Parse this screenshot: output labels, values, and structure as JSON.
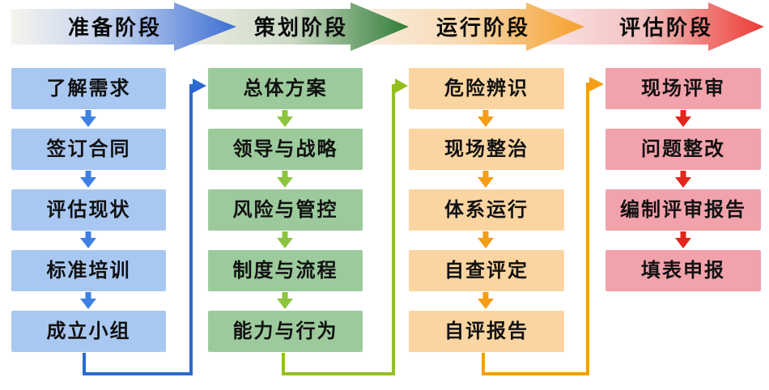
{
  "stages": [
    {
      "label": "准备阶段",
      "steps": [
        "了解需求",
        "签订合同",
        "评估现状",
        "标准培训",
        "成立小组"
      ]
    },
    {
      "label": "策划阶段",
      "steps": [
        "总体方案",
        "领导与战略",
        "风险与管控",
        "制度与流程",
        "能力与行为"
      ]
    },
    {
      "label": "运行阶段",
      "steps": [
        "危险辨识",
        "现场整治",
        "体系运行",
        "自查评定",
        "自评报告"
      ]
    },
    {
      "label": "评估阶段",
      "steps": [
        "现场评审",
        "问题整改",
        "编制评审报告",
        "填表申报"
      ]
    }
  ],
  "colors": {
    "background": "#ffffff",
    "header_text": "#0a0a0a",
    "step_text": "#111111",
    "stage1_box": "#a9c8f1",
    "stage2_box": "#9cca9c",
    "stage3_box": "#fbd5a1",
    "stage4_box": "#f2a2ab",
    "stage1_step_arrow": "#3f80e4",
    "stage2_step_arrow": "#8cc43e",
    "stage3_step_arrow": "#f59d14",
    "stage4_step_arrow": "#e3261c",
    "stage1_connector": "#2a6ad0",
    "stage2_connector": "#93c01f",
    "stage3_connector": "#f59d14",
    "stage1_tail": "#f5f4ee",
    "stage2_tail": "#f0efe7",
    "stage3_tail": "#f8f0e8",
    "stage4_tail": "#f9e9e8",
    "stage1_mid": "#b9cbee",
    "stage2_mid": "#ccd9c5",
    "stage3_mid": "#f8d8ae",
    "stage4_mid": "#f3c0c0",
    "stage1_head": "#3c6ed2",
    "stage2_head": "#2f7d36",
    "stage3_head": "#f5a02c",
    "stage4_head": "#ec3a34"
  }
}
